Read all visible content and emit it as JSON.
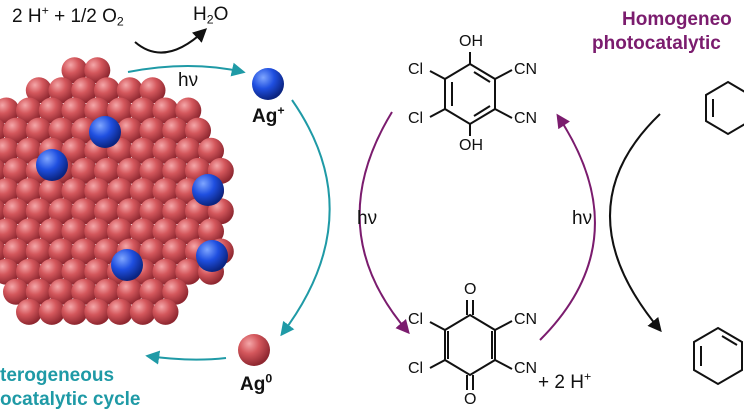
{
  "left_eq": {
    "a": "2 H",
    "sup": "+",
    "b": " + 1/2 O",
    "sub": "2"
  },
  "water": {
    "a": "H",
    "sub": "2",
    "b": "O"
  },
  "hv_top": "hν",
  "hv_mid_left": "hν",
  "hv_mid_right": "hν",
  "ag_plus": {
    "base": "Ag",
    "sup": "+"
  },
  "ag_zero": {
    "base": "Ag",
    "sup": "0"
  },
  "het_title": {
    "line1": "terogeneous",
    "line2": "ocatalytic cycle",
    "color": "#1f9aa6"
  },
  "hom_title": {
    "line1": "Homogeneo",
    "line2": "photocatalytic",
    "color": "#7b1c6e"
  },
  "ddqh2": {
    "oh_top": "OH",
    "oh_bot": "OH",
    "cl1": "Cl",
    "cl2": "Cl",
    "cn1": "CN",
    "cn2": "CN"
  },
  "ddq": {
    "o_top": "O",
    "o_bot": "O",
    "cl1": "Cl",
    "cl2": "Cl",
    "cn1": "CN",
    "cn2": "CN"
  },
  "plus_2h": {
    "a": "+ 2 H",
    "sup": "+"
  },
  "colors": {
    "teal": "#1f9aa6",
    "purple": "#7b1c6e",
    "particle": "#c84a52",
    "silver": "#1f4fe0"
  }
}
